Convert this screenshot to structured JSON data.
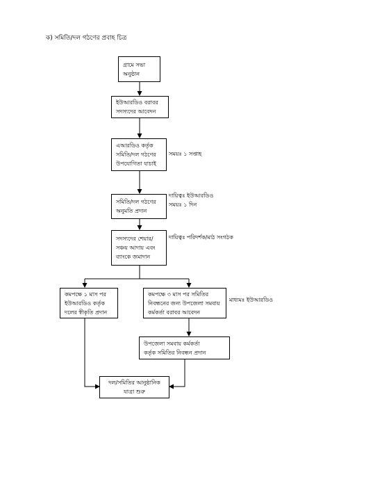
{
  "heading": "ক) সমিতি/দল গঠণের প্রবাহ চিত্র",
  "boxes": {
    "b1": "গ্রামে সভা\nঅনুষ্ঠান",
    "b2": "ইউআরডিও বরাবর\nসদস্যদের আবেদন",
    "b3": "এআরডিও কর্তৃক\nসমিতি/দল গঠণের\nউপযোগিতা যাচাই",
    "b4": "সমিতি/দল গঠণের\nঅনুমতি প্রদান",
    "b5": "সদস্যদের শেয়ার/\nসঞ্চয় আদায় এবং\nব্যাংকে জমাদান",
    "b6": "কমপক্ষে ১ মাস পর\nইউআরডিও কর্তৃক\nদলের স্বীকৃতি প্রদান",
    "b7": "কমপক্ষে ৩ মাস পর সমিতির\nনিবন্ধনের জন্য উপজেলা সমবায়\nকর্মকর্তা বরাবর আবেদন",
    "b8": "উপজেলা সমবায় কর্মকর্তা\nকর্তৃক সমিতির নিবন্ধন প্রদান",
    "b9": "দল/সমিতির আনুষ্ঠানিক\nযাত্রা শুরু"
  },
  "notes": {
    "n1": "সময়ঃ ১ সপ্তাহ",
    "n2": "দায়িত্বঃ ইউআরডিও\nসময়ঃ ১ দিন",
    "n3": "দায়িত্বঃ পরিদর্শক/মাঠ সংগঠক",
    "n4": "মাধ্যমঃ ইউআরডিও"
  }
}
